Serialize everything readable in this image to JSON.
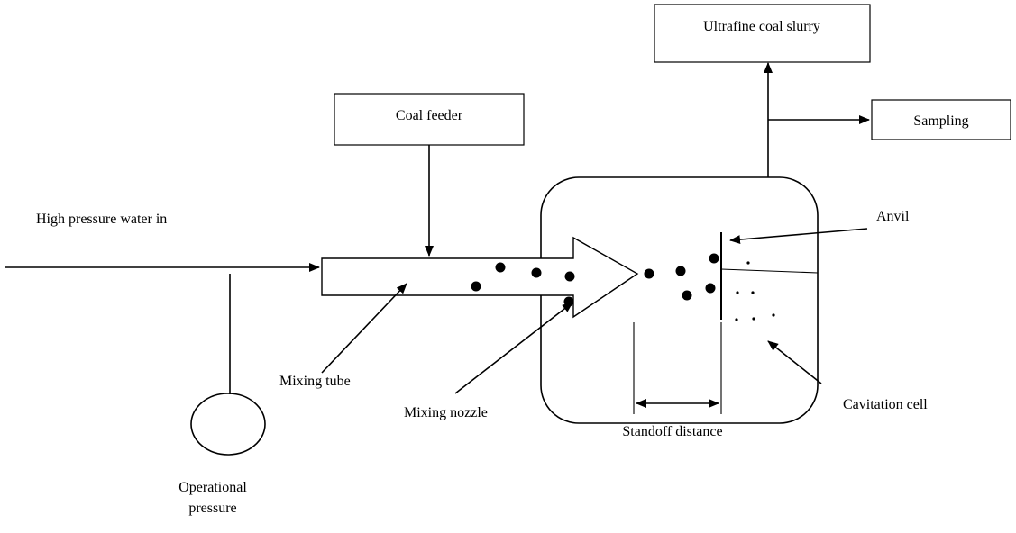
{
  "labels": {
    "ultrafine_coal_slurry": "Ultrafine coal slurry",
    "coal_feeder": "Coal feeder",
    "sampling": "Sampling",
    "high_pressure_water_in": "High pressure water in",
    "anvil": "Anvil",
    "mixing_tube": "Mixing tube",
    "mixing_nozzle": "Mixing nozzle",
    "cavitation_cell": "Cavitation cell",
    "standoff_distance": "Standoff distance",
    "operational_pressure_line1": "Operational",
    "operational_pressure_line2": "pressure"
  }
}
